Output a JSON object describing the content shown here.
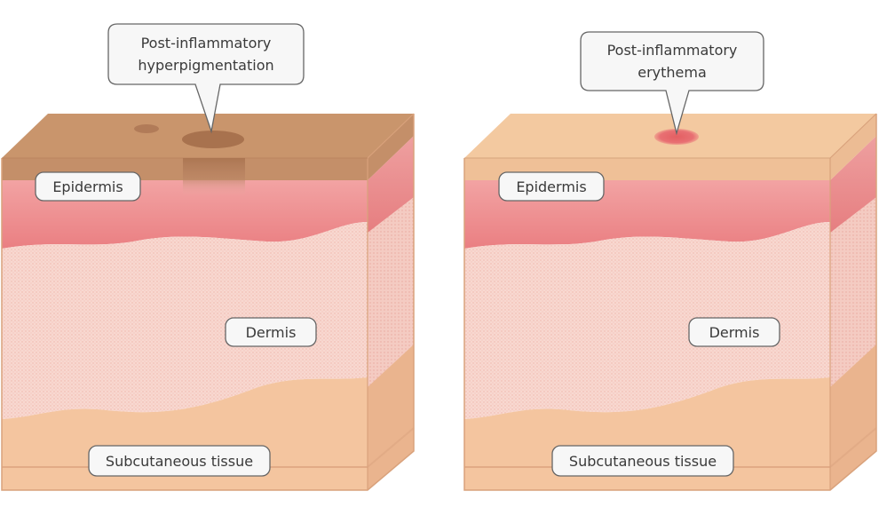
{
  "left": {
    "callout": [
      "Post-inflammatory",
      "hyperpigmentation"
    ],
    "epidermis": "Epidermis",
    "dermis": "Dermis",
    "subcutaneous": "Subcutaneous tissue"
  },
  "right": {
    "callout": [
      "Post-inflammatory",
      "erythema"
    ],
    "epidermis": "Epidermis",
    "dermis": "Dermis",
    "subcutaneous": "Subcutaneous tissue"
  },
  "colors": {
    "skin_top_hyper": "#c9956c",
    "skin_top_normal": "#f3c9a0",
    "epidermis_band": "#ee8f8f",
    "dermis": "#f8d7d0",
    "subcutaneous": "#f4c59f",
    "pigment_spot": "#a8724e",
    "erythema_spot": "#e56f70"
  }
}
